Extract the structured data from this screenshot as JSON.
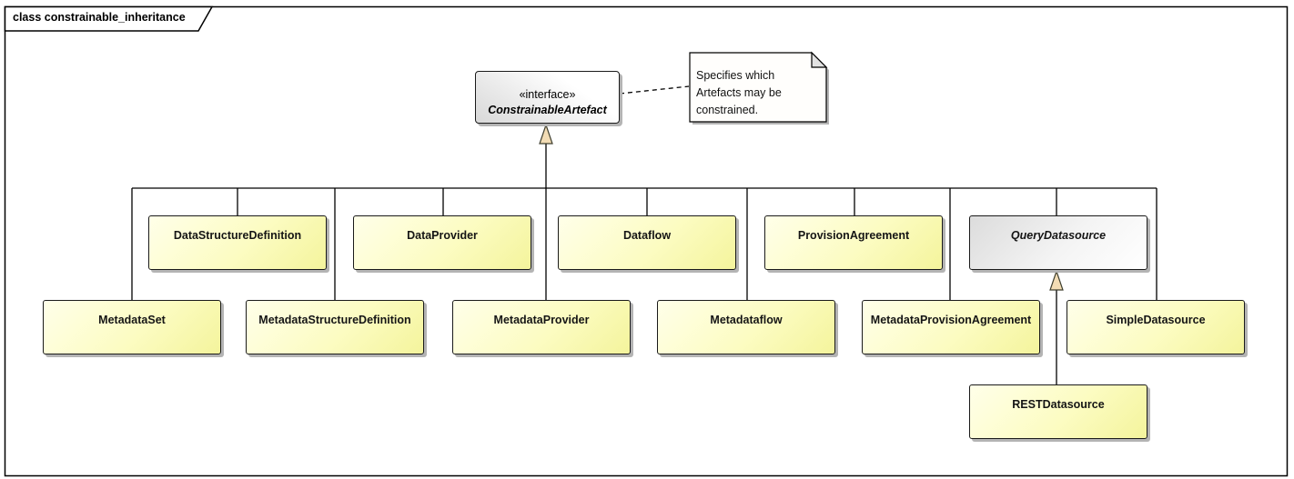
{
  "frame": {
    "label": "class constrainable_inheritance"
  },
  "interface": {
    "stereotype": "«interface»",
    "name": "ConstrainableArtefact"
  },
  "note": {
    "text": "Specifies which\nArtefacts may be\nconstrained."
  },
  "classes": [
    {
      "name": "DataStructureDefinition"
    },
    {
      "name": "DataProvider"
    },
    {
      "name": "Dataflow"
    },
    {
      "name": "ProvisionAgreement"
    },
    {
      "name": "QueryDatasource",
      "abstract": true
    },
    {
      "name": "MetadataSet"
    },
    {
      "name": "MetadataStructureDefinition"
    },
    {
      "name": "MetadataProvider"
    },
    {
      "name": "Metadataflow"
    },
    {
      "name": "MetadataProvisionAgreement"
    },
    {
      "name": "SimpleDatasource"
    },
    {
      "name": "RESTDatasource"
    }
  ],
  "colors": {
    "class-fill-light": "#ffffe9",
    "class-fill-dark": "#f4f49c",
    "abstract-fill-dark": "#dcdcdc",
    "interface-fill-dark": "#d8d8d8",
    "arrowhead-fill": "#f2dcb4",
    "shadow": "#b4b4b4",
    "line": "#000000"
  }
}
